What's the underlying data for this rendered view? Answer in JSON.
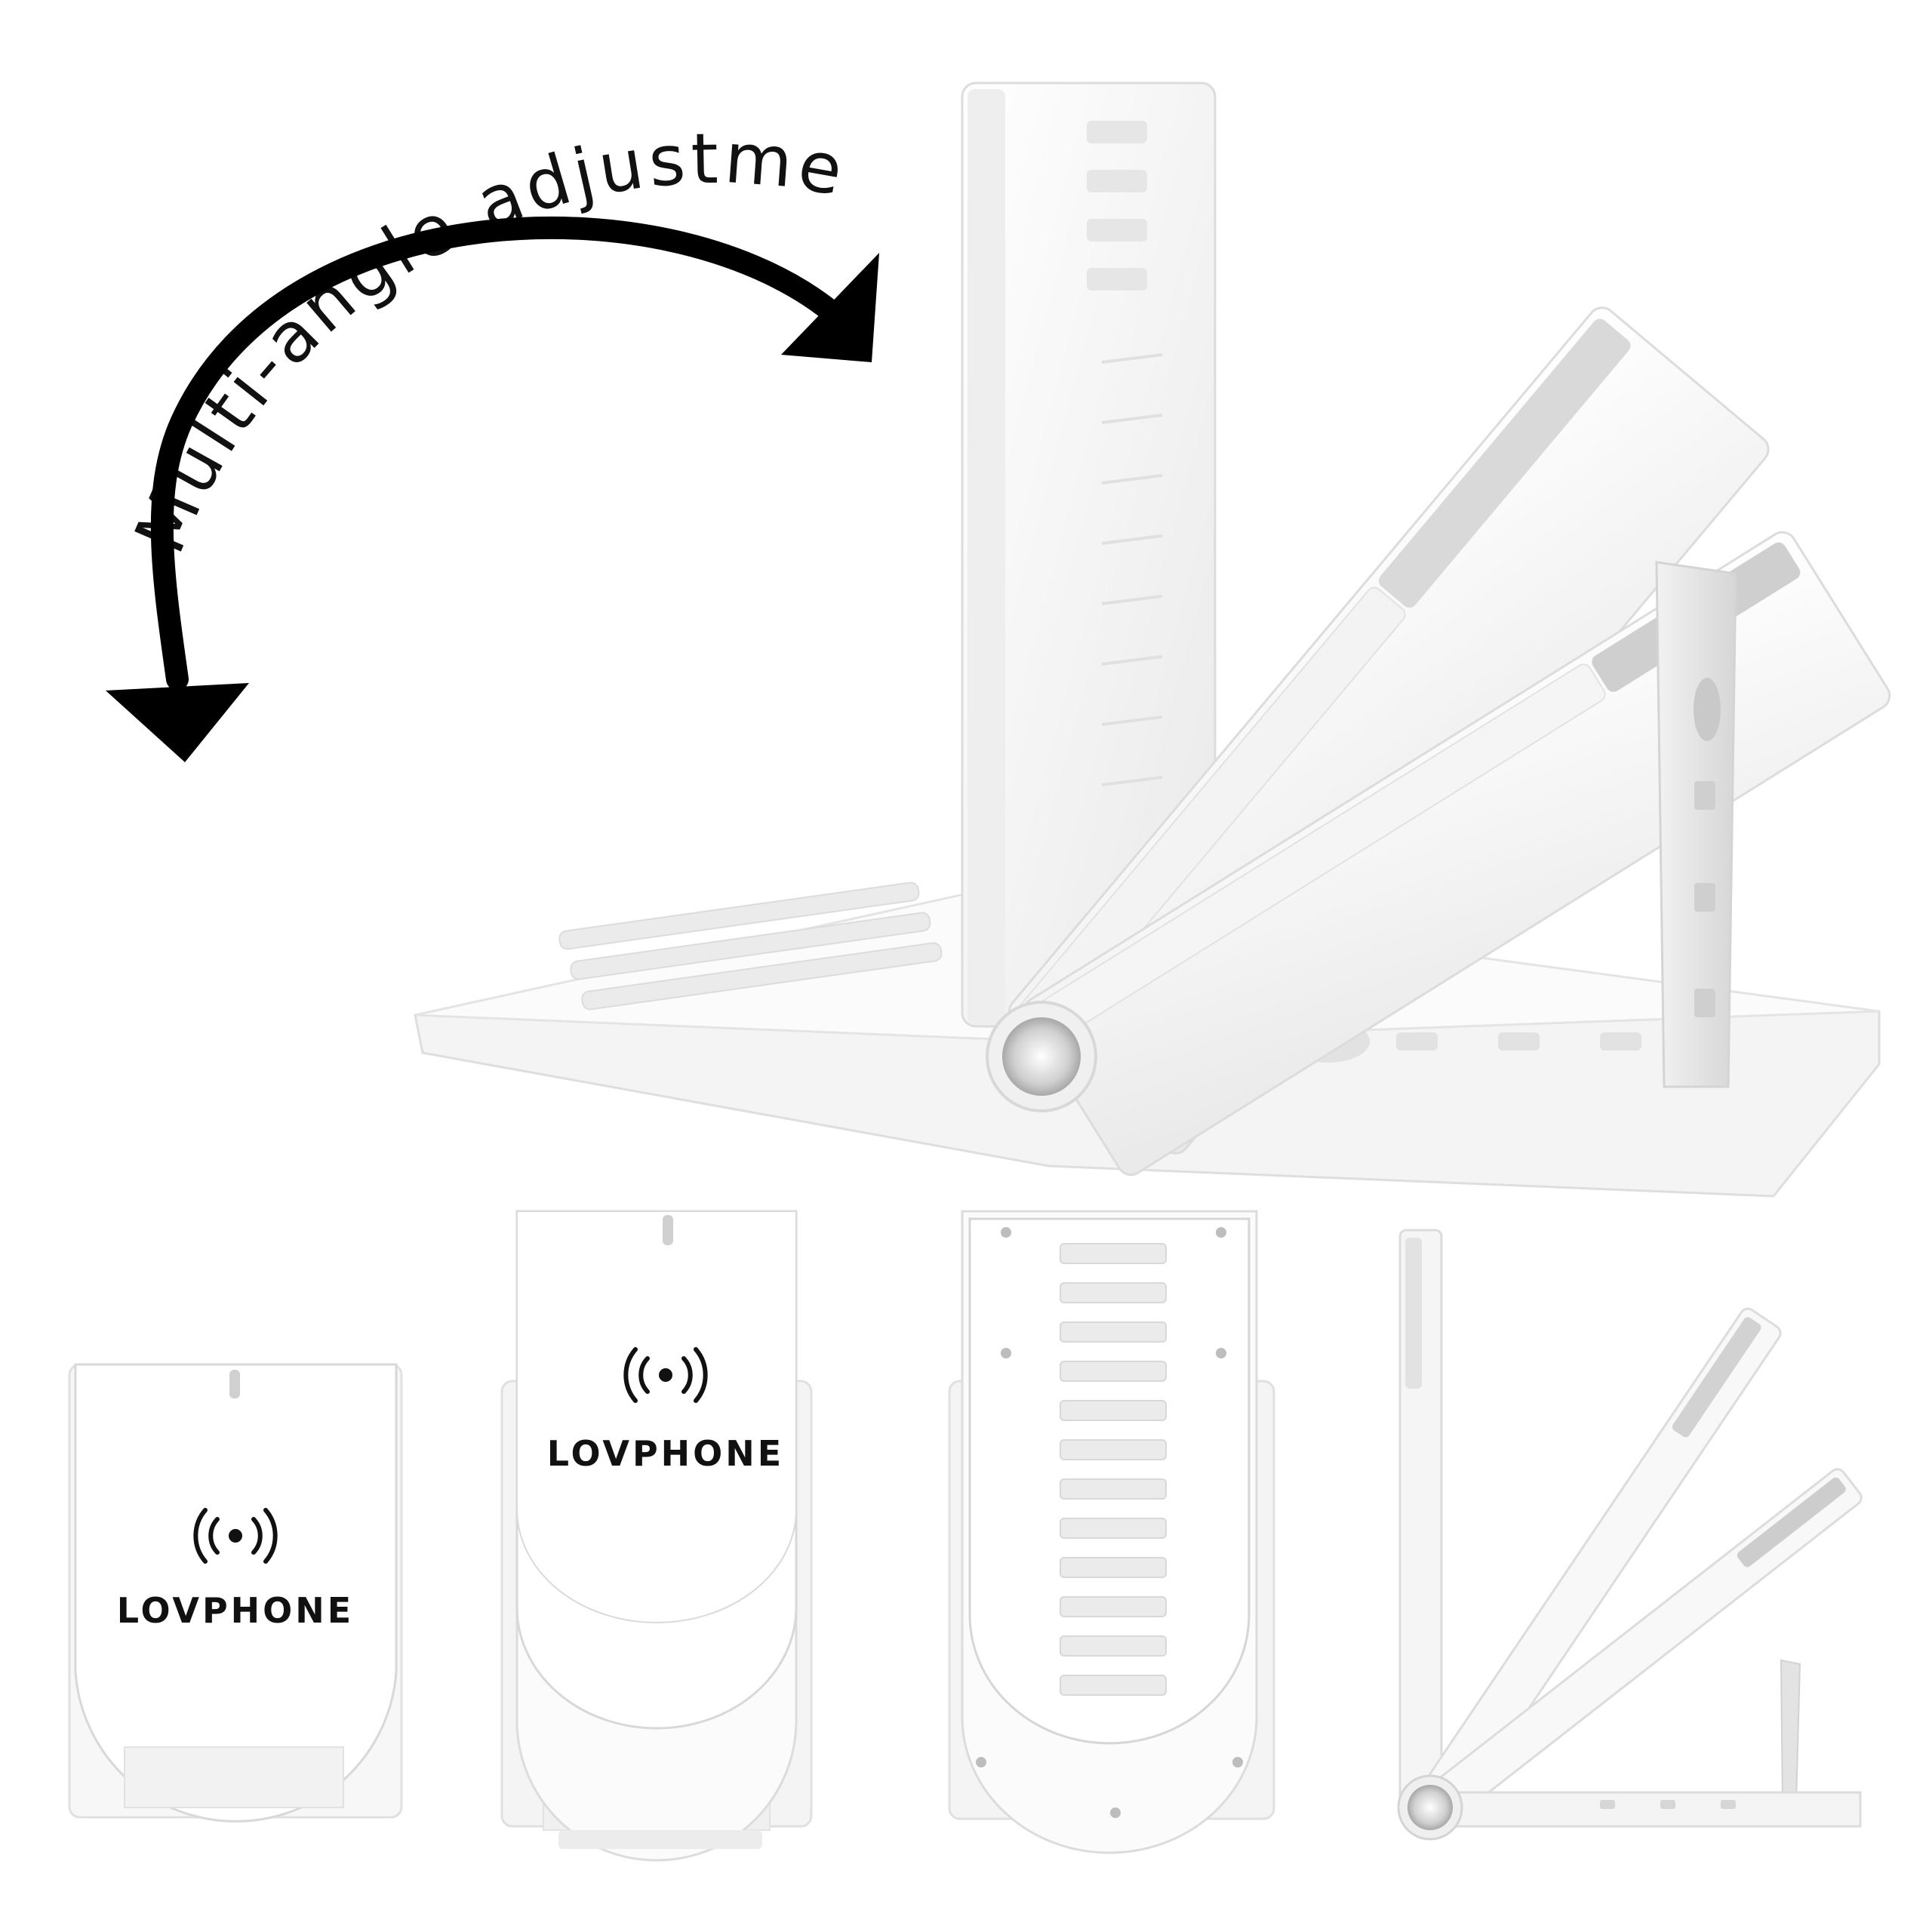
{
  "headline": "Multi-angle adjustment",
  "brand_name": "LOVPHONE",
  "wireless_symbol": "(•)",
  "colors": {
    "background": "#ffffff",
    "product_white": "#f7f7f7",
    "shadow_gray": "#d9d9d9",
    "arrow": "#000000",
    "text": "#111111"
  },
  "icons": [
    "curved-double-arrow-icon",
    "wireless-charging-icon"
  ],
  "views": [
    "hero-multi-angle-view",
    "front-folded-view",
    "front-extended-view",
    "back-view",
    "side-angles-view"
  ]
}
